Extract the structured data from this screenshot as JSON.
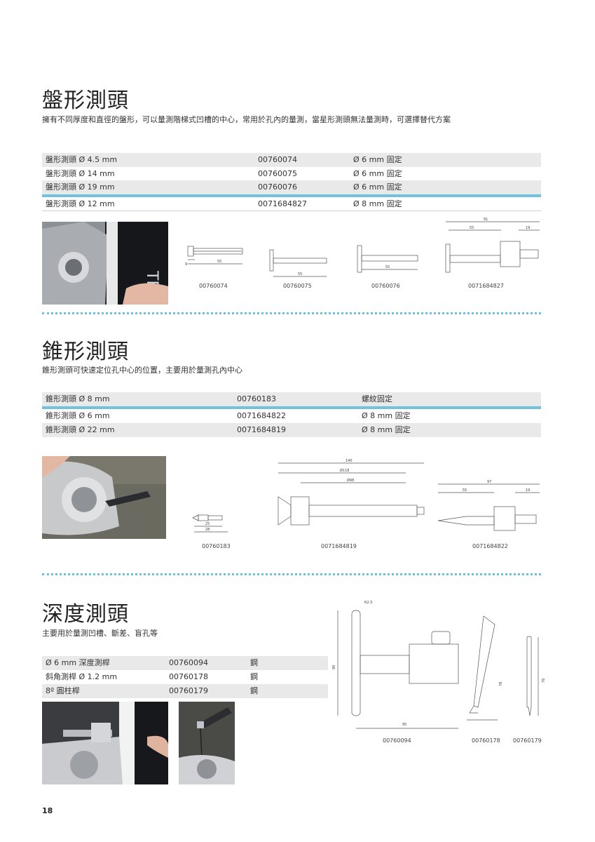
{
  "disc": {
    "title": "盤形測頭",
    "subtitle": "擁有不同厚度和直徑的盤形，可以量測階梯式凹槽的中心，常用於孔內的量測，當星形測頭無法量測時，可選擇替代方案",
    "rows": [
      {
        "name": "盤形測頭 Ø 4.5 mm",
        "code": "00760074",
        "mount": "Ø 6 mm 固定"
      },
      {
        "name": "盤形測頭 Ø 14 mm",
        "code": "00760075",
        "mount": "Ø 6 mm 固定"
      },
      {
        "name": "盤形測頭 Ø 19 mm",
        "code": "00760076",
        "mount": "Ø 6 mm 固定"
      },
      {
        "name": "盤形測頭 Ø 12 mm",
        "code": "0071684827",
        "mount": "Ø 8 mm 固定"
      }
    ],
    "captions": [
      "00760074",
      "00760075",
      "00760076",
      "0071684827"
    ]
  },
  "cone": {
    "title": "錐形測頭",
    "subtitle": "錐形測頭可快速定位孔中心的位置，主要用於量測孔內中心",
    "rows": [
      {
        "name": "錐形測頭 Ø 8 mm",
        "code": "00760183",
        "mount": "螺紋固定"
      },
      {
        "name": "錐形測頭 Ø 6 mm",
        "code": "0071684822",
        "mount": "Ø 8 mm 固定"
      },
      {
        "name": "錐形測頭 Ø 22 mm",
        "code": "0071684819",
        "mount": "Ø 8 mm 固定"
      }
    ],
    "captions": [
      "00760183",
      "0071684819",
      "0071684822"
    ]
  },
  "depth": {
    "title": "深度測頭",
    "subtitle": "主要用於量測凹槽、斷差、盲孔等",
    "rows": [
      {
        "name": "Ø 6 mm 深度測桿",
        "code": "00760094",
        "mount": "鋼"
      },
      {
        "name": "斜角測桿  Ø 1.2 mm",
        "code": "00760178",
        "mount": "鋼"
      },
      {
        "name": "8º 圓柱桿",
        "code": "00760179",
        "mount": "鋼"
      }
    ],
    "captions": [
      "00760094",
      "00760178",
      "00760179"
    ]
  },
  "page_number": "18",
  "colors": {
    "accent": "#73c2dd",
    "row_gray": "#e9e9e9"
  }
}
